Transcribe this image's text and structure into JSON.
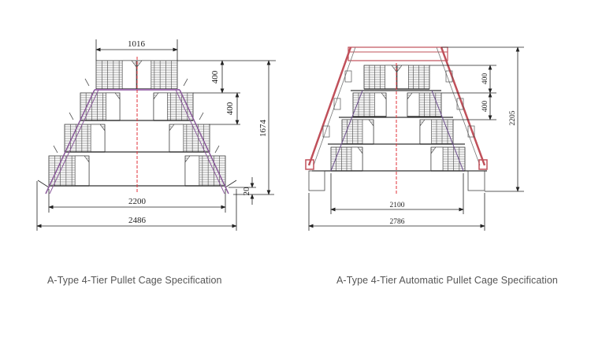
{
  "diagrams": [
    {
      "caption": "A-Type 4-Tier Pullet Cage Specification",
      "dimensions": {
        "top_width": "1016",
        "tier_height_1": "400",
        "tier_height_2": "400",
        "total_height": "1674",
        "base_offset": "20",
        "inner_width": "2200",
        "outer_width": "2486"
      }
    },
    {
      "caption": "A-Type 4-Tier Automatic Pullet Cage Specification",
      "dimensions": {
        "tier_height_1": "400",
        "tier_height_2": "400",
        "total_height": "2205",
        "inner_width": "2100",
        "outer_width": "2786"
      }
    }
  ],
  "colors": {
    "line": "#333333",
    "centerline": "#e0303a",
    "brace": "#8a5a9a",
    "frame": "#c0505a"
  }
}
